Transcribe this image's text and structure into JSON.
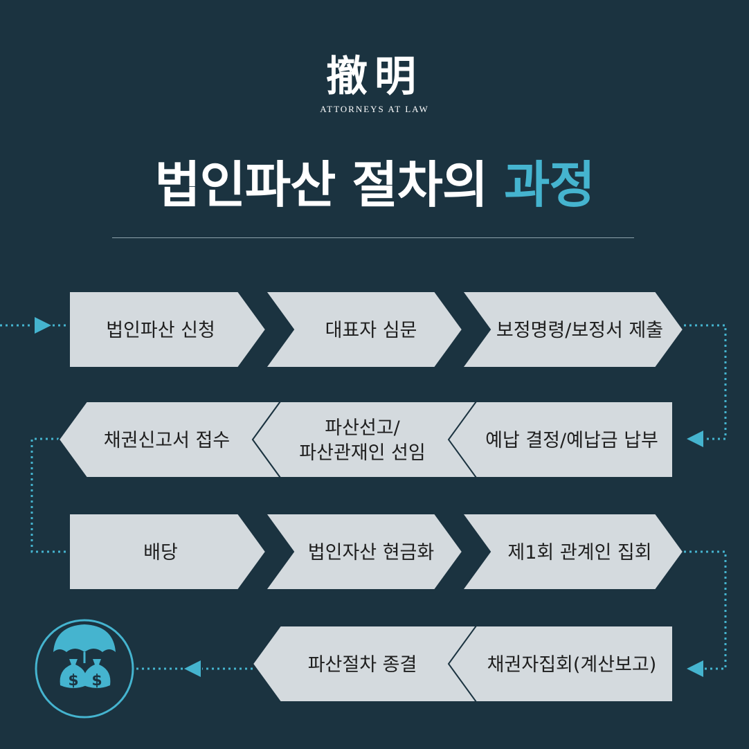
{
  "logo": {
    "mark": "撤明",
    "subtitle": "ATTORNEYS AT LAW"
  },
  "title": {
    "main": "법인파산 절차의",
    "accent": "과정"
  },
  "colors": {
    "background": "#1b3340",
    "step_fill": "#d4dade",
    "step_text": "#1e1e1e",
    "accent": "#45b4cf",
    "title_text": "#ffffff"
  },
  "steps": [
    {
      "lines": [
        "법인파산 신청"
      ]
    },
    {
      "lines": [
        "대표자 심문"
      ]
    },
    {
      "lines": [
        "보정명령/보정서 제출"
      ]
    },
    {
      "lines": [
        "예납 결정/예납금 납부"
      ]
    },
    {
      "lines": [
        "파산선고/",
        "파산관재인 선임"
      ]
    },
    {
      "lines": [
        "채권신고서 접수"
      ]
    },
    {
      "lines": [
        "배당"
      ]
    },
    {
      "lines": [
        "법인자산 현금화"
      ]
    },
    {
      "lines": [
        "제1회 관계인 집회"
      ]
    },
    {
      "lines": [
        "채권자집회(계산보고)"
      ]
    },
    {
      "lines": [
        "파산절차 종결"
      ]
    }
  ],
  "end_icon": {
    "name": "umbrella-money-icon",
    "symbol": "$"
  }
}
